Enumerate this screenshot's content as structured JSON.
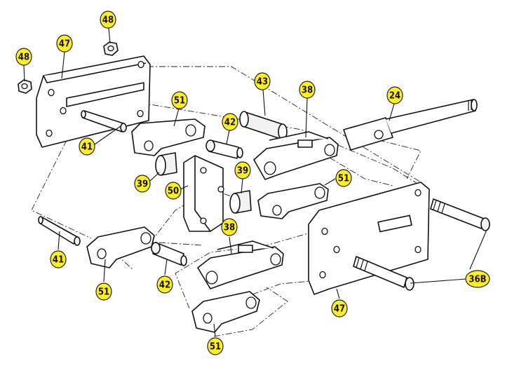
{
  "diagram": {
    "callout_color": "#ffee22",
    "callouts": [
      {
        "id": "c-48-top",
        "label": "48"
      },
      {
        "id": "c-47-top",
        "label": "47"
      },
      {
        "id": "c-48-left",
        "label": "48"
      },
      {
        "id": "c-51-top",
        "label": "51"
      },
      {
        "id": "c-43",
        "label": "43"
      },
      {
        "id": "c-38-top",
        "label": "38"
      },
      {
        "id": "c-24",
        "label": "24"
      },
      {
        "id": "c-42-top",
        "label": "42"
      },
      {
        "id": "c-41-top",
        "label": "41"
      },
      {
        "id": "c-39-left",
        "label": "39"
      },
      {
        "id": "c-50",
        "label": "50"
      },
      {
        "id": "c-39-right",
        "label": "39"
      },
      {
        "id": "c-51-right",
        "label": "51"
      },
      {
        "id": "c-41-bottom",
        "label": "41"
      },
      {
        "id": "c-38-bottom",
        "label": "38"
      },
      {
        "id": "c-42-bottom",
        "label": "42"
      },
      {
        "id": "c-51-left",
        "label": "51"
      },
      {
        "id": "c-36b",
        "label": "36B"
      },
      {
        "id": "c-47-bottom",
        "label": "47"
      },
      {
        "id": "c-51-bottom",
        "label": "51"
      }
    ]
  }
}
